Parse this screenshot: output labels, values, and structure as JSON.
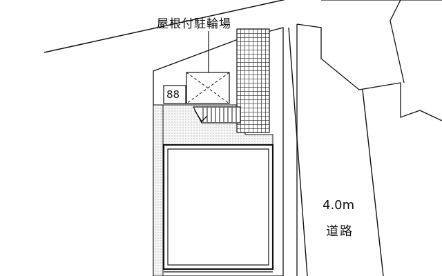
{
  "labels": {
    "parking": "屋根付駐輪場",
    "road_width": "4.0m",
    "road": "道路",
    "bikes": "88"
  },
  "colors": {
    "line": "#111111",
    "hatch_fill": "#f0f0f0",
    "grid_fill": "#ffffff"
  },
  "icons": {
    "bicycle_slots": "bicycle-slot-icon",
    "roof_marker": "roof-cross-icon",
    "stairs": "staircase-icon"
  }
}
